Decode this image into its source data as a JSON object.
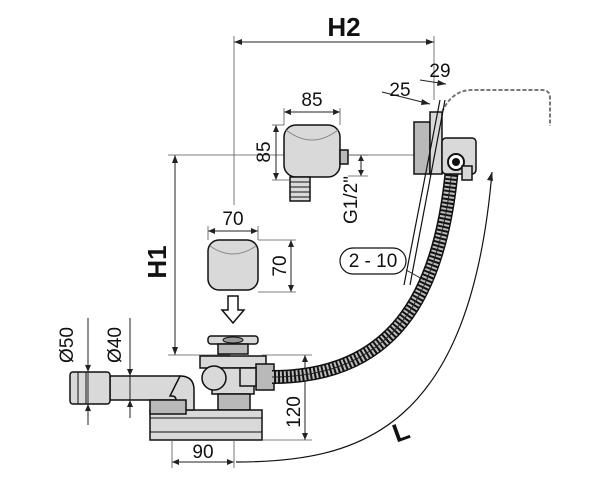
{
  "labels": {
    "h2": "H2",
    "h1": "H1",
    "l": "L",
    "w85": "85",
    "h85": "85",
    "w70": "70",
    "h70": "70",
    "thread": "G1/2\"",
    "range": "2 - 10",
    "d25": "25",
    "d29": "29",
    "d50": "Ø50",
    "d40": "Ø40",
    "h120": "120",
    "w90": "90"
  },
  "colors": {
    "line": "#111111",
    "metal": "#d9d9d9",
    "metal_dark": "#b9b9b9"
  }
}
